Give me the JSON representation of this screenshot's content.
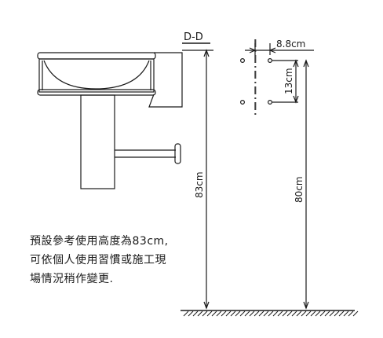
{
  "section_label": "D-D",
  "dimensions": {
    "bracket_spacing": "8.8cm",
    "hole_spacing": "13cm",
    "basin_height": "83cm",
    "bracket_height": "80cm"
  },
  "note": {
    "lines": [
      "預設參考使用高度為83cm,",
      "可依個人使用習慣或施工現",
      "場情況稍作變更."
    ]
  }
}
